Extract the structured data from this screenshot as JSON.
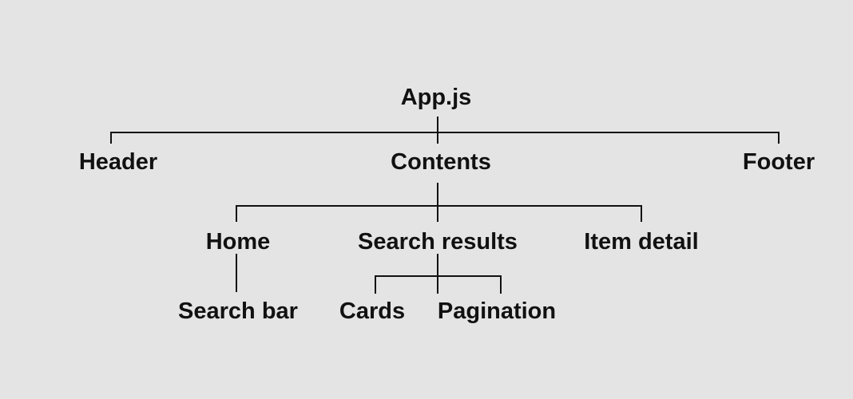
{
  "nodes": {
    "root": "App.js",
    "header": "Header",
    "contents": "Contents",
    "footer": "Footer",
    "home": "Home",
    "search_results": "Search results",
    "item_detail": "Item detail",
    "search_bar": "Search bar",
    "cards": "Cards",
    "pagination": "Pagination"
  },
  "colors": {
    "background": "#e4e4e4",
    "text": "#111111",
    "line": "#111111"
  }
}
